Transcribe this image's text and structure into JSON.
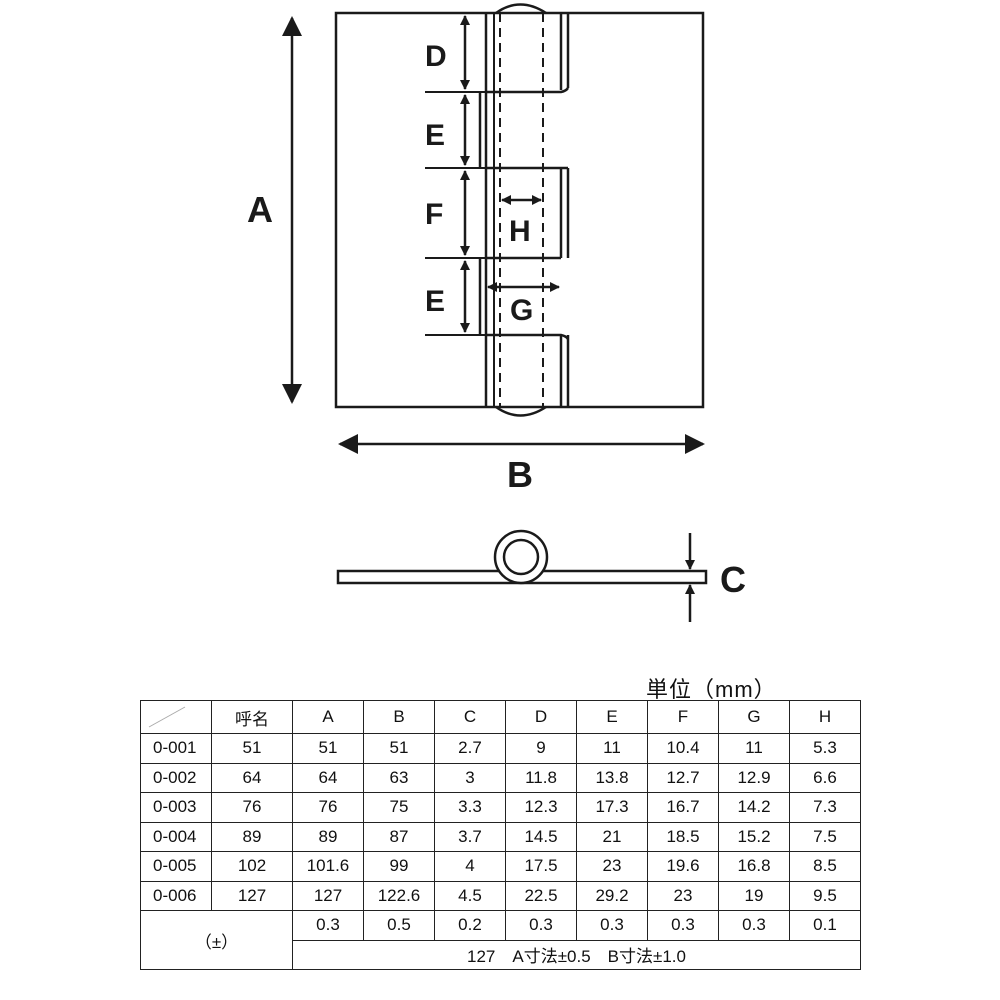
{
  "drawing": {
    "labels": {
      "A": "A",
      "B": "B",
      "C": "C",
      "D": "D",
      "E_top": "E",
      "F": "F",
      "E_bottom": "E",
      "G": "G",
      "H": "H"
    },
    "stroke_color": "#1a1a1a"
  },
  "unit_label": "単位（mm）",
  "table": {
    "headers": [
      "呼名",
      "A",
      "B",
      "C",
      "D",
      "E",
      "F",
      "G",
      "H"
    ],
    "rows": [
      {
        "code": "0-001",
        "values": [
          "51",
          "51",
          "51",
          "2.7",
          "9",
          "11",
          "10.4",
          "11",
          "5.3"
        ]
      },
      {
        "code": "0-002",
        "values": [
          "64",
          "64",
          "63",
          "3",
          "11.8",
          "13.8",
          "12.7",
          "12.9",
          "6.6"
        ]
      },
      {
        "code": "0-003",
        "values": [
          "76",
          "76",
          "75",
          "3.3",
          "12.3",
          "17.3",
          "16.7",
          "14.2",
          "7.3"
        ]
      },
      {
        "code": "0-004",
        "values": [
          "89",
          "89",
          "87",
          "3.7",
          "14.5",
          "21",
          "18.5",
          "15.2",
          "7.5"
        ]
      },
      {
        "code": "0-005",
        "values": [
          "102",
          "101.6",
          "99",
          "4",
          "17.5",
          "23",
          "19.6",
          "16.8",
          "8.5"
        ]
      },
      {
        "code": "0-006",
        "values": [
          "127",
          "127",
          "122.6",
          "4.5",
          "22.5",
          "29.2",
          "23",
          "19",
          "9.5"
        ]
      }
    ],
    "tolerance_label": "（±）",
    "tolerances": [
      "0.3",
      "0.5",
      "0.2",
      "0.3",
      "0.3",
      "0.3",
      "0.3",
      "0.1"
    ],
    "note": "127　A寸法±0.5　B寸法±1.0"
  }
}
